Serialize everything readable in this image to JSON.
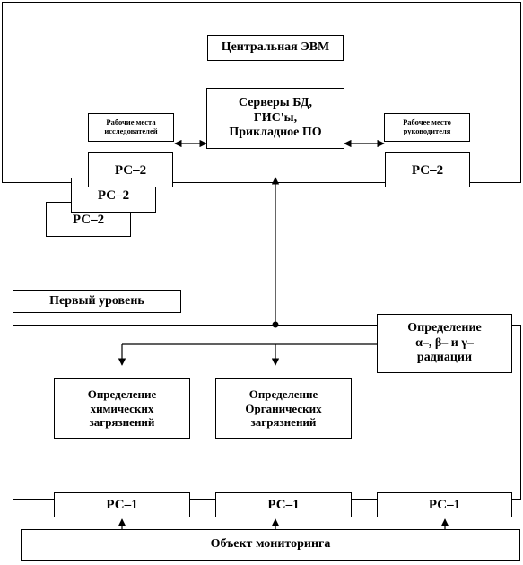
{
  "diagram": {
    "central_computer": "Центральная ЭВМ",
    "servers": [
      "Серверы БД,",
      "ГИС'ы,",
      "Прикладное ПО"
    ],
    "researcher_workplaces": [
      "Рабочие места",
      "исследователей"
    ],
    "manager_workplace": [
      "Рабочее место",
      "руководителя"
    ],
    "workstation_level2": "РС–2",
    "first_level": "Первый уровень",
    "radiation": [
      "Определение",
      "α–, β– и γ–",
      "радиации"
    ],
    "chemical": [
      "Определение",
      "химических",
      "загрязнений"
    ],
    "organic": [
      "Определение",
      "Органических",
      "загрязнений"
    ],
    "workstation_level1": "РС–1",
    "monitoring_object": "Объект мониторинга"
  }
}
